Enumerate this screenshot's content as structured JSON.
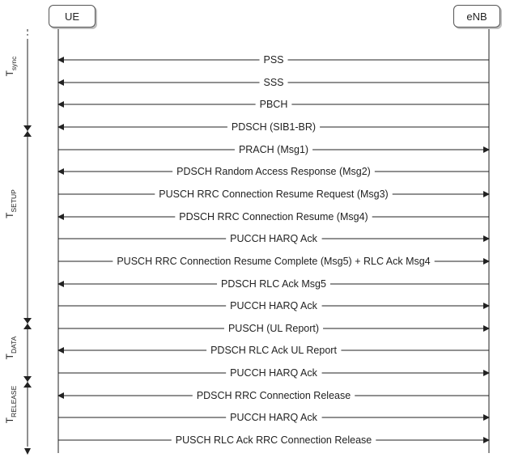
{
  "entities": {
    "left": "UE",
    "right": "eNB"
  },
  "phases": [
    {
      "main": "T",
      "sub": "sync"
    },
    {
      "main": "T",
      "sub": "SETUP"
    },
    {
      "main": "T",
      "sub": "DATA"
    },
    {
      "main": "T",
      "sub": "RELEASE"
    }
  ],
  "messages": [
    {
      "label": "PSS",
      "direction": "to-ue"
    },
    {
      "label": "SSS",
      "direction": "to-ue"
    },
    {
      "label": "PBCH",
      "direction": "to-ue"
    },
    {
      "label": "PDSCH (SIB1-BR)",
      "direction": "to-ue"
    },
    {
      "label": "PRACH (Msg1)",
      "direction": "to-enb"
    },
    {
      "label": "PDSCH Random Access Response (Msg2)",
      "direction": "to-ue"
    },
    {
      "label": "PUSCH RRC Connection Resume Request (Msg3)",
      "direction": "to-enb"
    },
    {
      "label": "PDSCH RRC Connection Resume (Msg4)",
      "direction": "to-ue"
    },
    {
      "label": "PUCCH HARQ Ack",
      "direction": "to-enb"
    },
    {
      "label": "PUSCH RRC Connection Resume Complete (Msg5) + RLC Ack Msg4",
      "direction": "to-enb"
    },
    {
      "label": "PDSCH RLC Ack Msg5",
      "direction": "to-ue"
    },
    {
      "label": "PUCCH HARQ Ack",
      "direction": "to-enb"
    },
    {
      "label": "PUSCH (UL Report)",
      "direction": "to-enb"
    },
    {
      "label": "PDSCH RLC Ack UL Report",
      "direction": "to-ue"
    },
    {
      "label": "PUCCH HARQ Ack",
      "direction": "to-enb"
    },
    {
      "label": "PDSCH RRC Connection Release",
      "direction": "to-ue"
    },
    {
      "label": "PUCCH HARQ Ack",
      "direction": "to-enb"
    },
    {
      "label": "PUSCH RLC Ack RRC Connection Release",
      "direction": "to-enb"
    }
  ]
}
